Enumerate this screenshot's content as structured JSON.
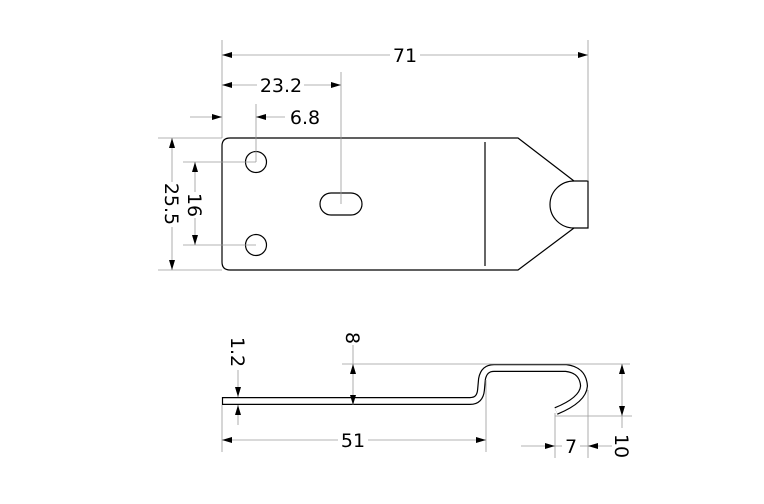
{
  "top_view": {
    "overall_length": "71",
    "slot_position": "23.2",
    "hole_position": "6.8",
    "overall_width": "25.5",
    "hole_spacing": "16"
  },
  "side_view": {
    "thickness": "1.2",
    "offset_height": "8",
    "flat_length": "51",
    "hook_width": "7",
    "hook_height": "10"
  },
  "colors": {
    "line": "#000000",
    "dimension_line": "#9a9a9a"
  }
}
